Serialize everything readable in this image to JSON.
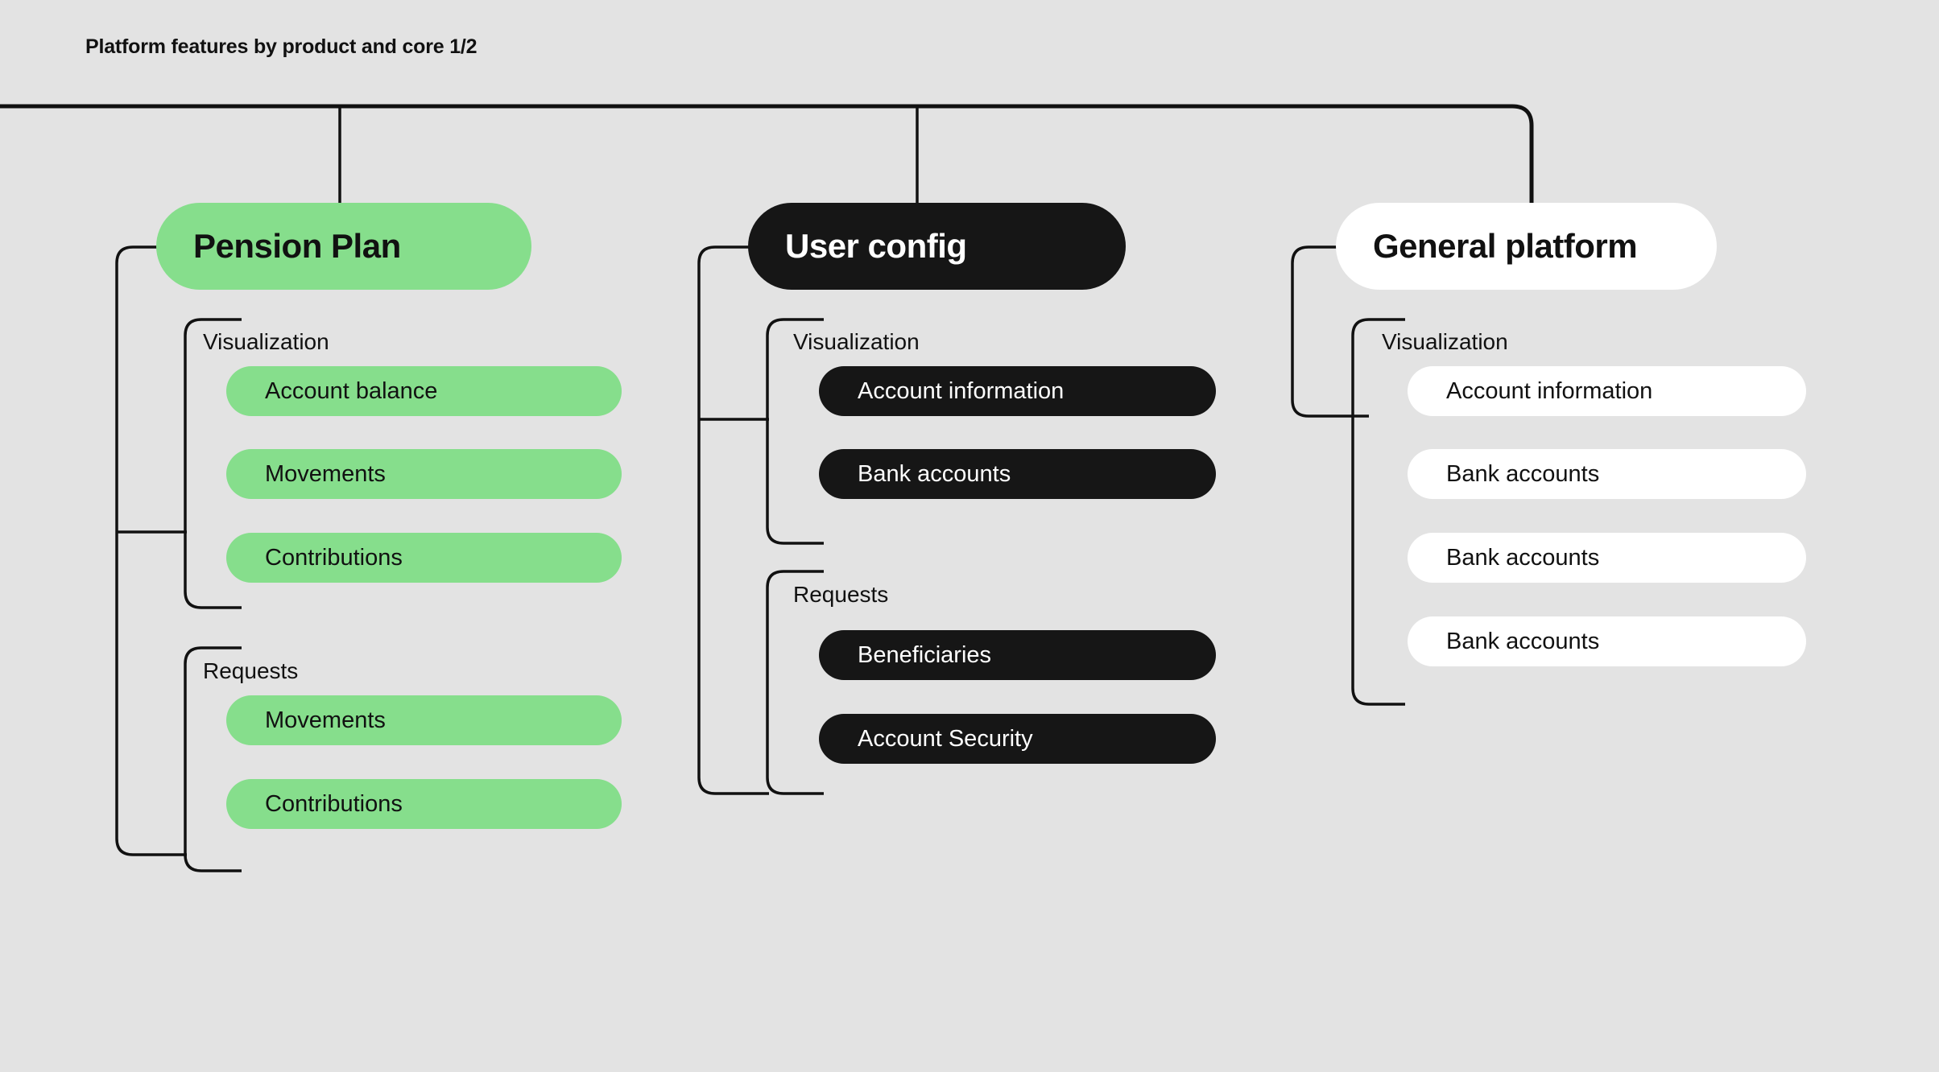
{
  "title": "Platform features by product and core 1/2",
  "colors": {
    "background": "#E3E3E3",
    "green": "#86DE8C",
    "dark": "#161616",
    "light": "#FFFFFF",
    "connector": "#111111"
  },
  "columns": [
    {
      "id": "pension-plan",
      "name": "Pension Plan",
      "style": "green",
      "groups": [
        {
          "label": "Visualization",
          "items": [
            {
              "label": "Account balance"
            },
            {
              "label": "Movements"
            },
            {
              "label": "Contributions"
            }
          ]
        },
        {
          "label": "Requests",
          "items": [
            {
              "label": "Movements"
            },
            {
              "label": "Contributions"
            }
          ]
        }
      ]
    },
    {
      "id": "user-config",
      "name": "User config",
      "style": "dark",
      "groups": [
        {
          "label": "Visualization",
          "items": [
            {
              "label": "Account information"
            },
            {
              "label": "Bank accounts"
            }
          ]
        },
        {
          "label": "Requests",
          "items": [
            {
              "label": "Beneficiaries"
            },
            {
              "label": "Account Security"
            }
          ]
        }
      ]
    },
    {
      "id": "general-platform",
      "name": "General platform",
      "style": "light",
      "groups": [
        {
          "label": "Visualization",
          "items": [
            {
              "label": "Account information"
            },
            {
              "label": "Bank accounts"
            },
            {
              "label": "Bank accounts"
            },
            {
              "label": "Bank accounts"
            }
          ]
        }
      ]
    }
  ]
}
